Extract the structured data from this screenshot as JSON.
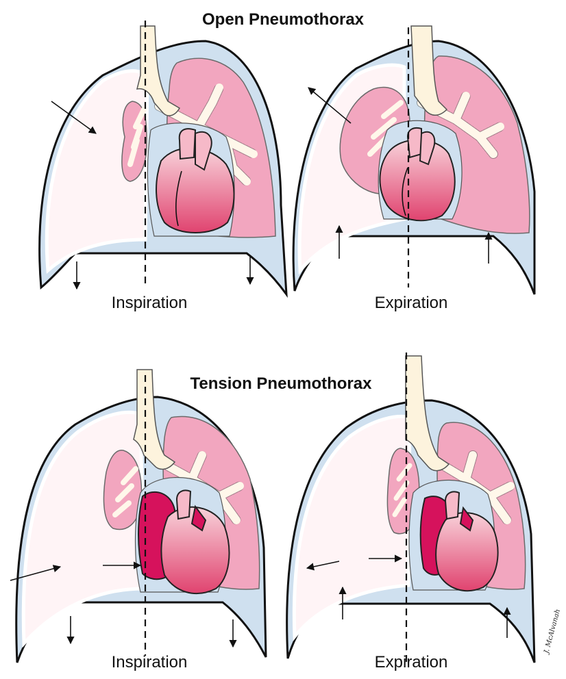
{
  "titles": {
    "open": "Open Pneumothorax",
    "tension": "Tension Pneumothorax"
  },
  "captions": {
    "open_inspiration": "Inspiration",
    "open_expiration": "Expiration",
    "tension_inspiration": "Inspiration",
    "tension_expiration": "Expiration"
  },
  "signature": "J. McAlvanah",
  "colors": {
    "pleural_cavity": "#fff4f6",
    "lung_tissue": "#f2a6bf",
    "pleura_blue": "#cfe0ef",
    "heart_light": "#f7c3cf",
    "heart_dark": "#d6125c",
    "trachea": "#fdf3dd",
    "outline": "#111111"
  }
}
